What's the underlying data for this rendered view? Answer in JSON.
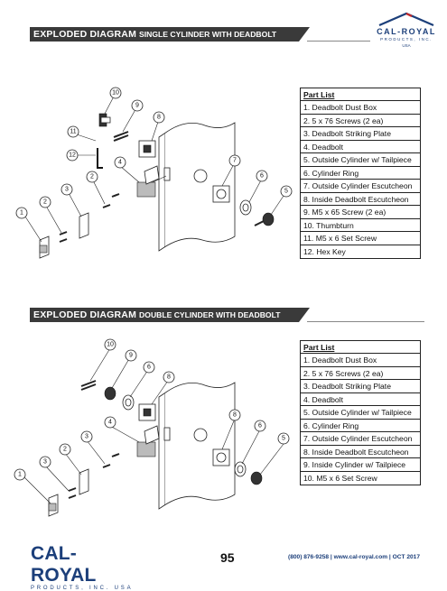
{
  "header": {
    "logo": {
      "brand": "CAL-ROYAL",
      "subtitle": "PRODUCTS, INC.",
      "country": "USA"
    }
  },
  "sections": [
    {
      "title_strong": "EXPLODED DIAGRAM",
      "title_sub": "SINGLE CYLINDER WITH DEADBOLT",
      "part_list_title": "Part List",
      "parts": [
        "1.  Deadbolt Dust Box",
        "2.  5 x 76 Screws (2 ea)",
        "3.  Deadbolt Striking Plate",
        "4.  Deadbolt",
        "5.  Outside Cylinder w/ Tailpiece",
        "6.  Cylinder Ring",
        "7.  Outside Cylinder Escutcheon",
        "8.  Inside Deadbolt Escutcheon",
        "9.  M5 x 65 Screw (2 ea)",
        "10. Thumbturn",
        "11. M5 x 6 Set Screw",
        "12. Hex Key"
      ],
      "callouts": [
        "1",
        "2",
        "3",
        "2",
        "4",
        "5",
        "6",
        "7",
        "8",
        "9",
        "10",
        "11",
        "12"
      ]
    },
    {
      "title_strong": "EXPLODED DIAGRAM",
      "title_sub": "DOUBLE CYLINDER WITH DEADBOLT",
      "part_list_title": "Part List",
      "parts": [
        "1.  Deadbolt Dust Box",
        "2.  5 x 76 Screws (2 ea)",
        "3.  Deadbolt Striking Plate",
        "4.  Deadbolt",
        "5.  Outside Cylinder w/ Tailpiece",
        "6.  Cylinder Ring",
        "7.  Outside Cylinder Escutcheon",
        "8.  Inside Deadbolt Escutcheon",
        "9.  Inside Cylinder w/ Tailpiece",
        "10. M5 x 6 Set Screw"
      ],
      "callouts": [
        "1",
        "3",
        "2",
        "3",
        "4",
        "5",
        "6",
        "8",
        "10",
        "9",
        "6",
        "8"
      ]
    }
  ],
  "footer": {
    "logo": {
      "brand": "CAL-ROYAL",
      "subtitle": "PRODUCTS, INC. USA"
    },
    "page_number": "95",
    "contact": "(800) 876-9258 | www.cal-royal.com | OCT 2017"
  }
}
